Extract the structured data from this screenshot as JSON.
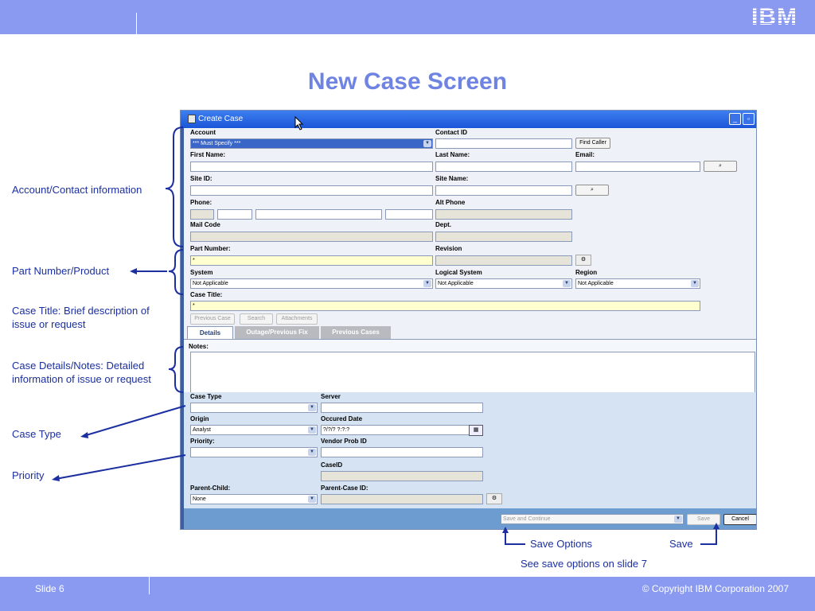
{
  "slide": {
    "title": "New Case Screen",
    "logo": "IBM",
    "slide_number": "Slide 6",
    "copyright": "© Copyright IBM Corporation 2007"
  },
  "annotations": {
    "account_contact": "Account/Contact information",
    "part_number": "Part Number/Product",
    "case_title": "Case Title: Brief description of issue or request",
    "case_details": "Case Details/Notes: Detailed information of issue or request",
    "case_type": "Case Type",
    "priority": "Priority",
    "save_options": "Save Options",
    "save": "Save",
    "see_save": "See save options on slide 7"
  },
  "window": {
    "title": "Create Case",
    "minimize": "_",
    "restore": "▫"
  },
  "form": {
    "account_label": "Account",
    "account_value": "*** Must Specify ***",
    "contact_id_label": "Contact ID",
    "find_caller": "Find Caller",
    "first_name_label": "First Name:",
    "last_name_label": "Last Name:",
    "email_label": "Email:",
    "site_id_label": "Site ID:",
    "site_name_label": "Site Name:",
    "phone_label": "Phone:",
    "alt_phone_label": "Alt Phone",
    "mail_code_label": "Mail Code",
    "dept_label": "Dept.",
    "part_number_label": "Part Number:",
    "part_number_value": "*",
    "revision_label": "Revision",
    "system_label": "System",
    "system_value": "Not Applicable",
    "logical_system_label": "Logical System",
    "logical_system_value": "Not Applicable",
    "region_label": "Region",
    "region_value": "Not Applicable",
    "case_title_label": "Case Title:",
    "case_title_value": "*",
    "previous_case": "Previous Case",
    "search": "Search",
    "attachments": "Attachments",
    "tabs": [
      "Details",
      "Outage/Previous Fix",
      "Previous Cases"
    ],
    "notes_label": "Notes:",
    "case_type_label": "Case Type",
    "server_label": "Server",
    "origin_label": "Origin",
    "origin_value": "Analyst",
    "occured_date_label": "Occured Date",
    "occured_date_value": "?/?/? ?:?:?",
    "priority_label": "Priority:",
    "vendor_prob_label": "Vendor Prob ID",
    "caseid_label": "CaseID",
    "parent_child_label": "Parent-Child:",
    "parent_child_value": "None",
    "parent_case_label": "Parent-Case ID:",
    "save_and_continue": "Save and Continue",
    "save_button": "Save",
    "cancel_button": "Cancel"
  }
}
